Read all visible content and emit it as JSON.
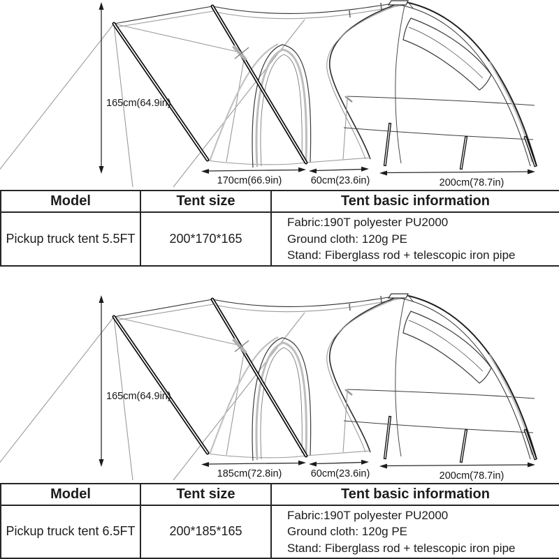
{
  "sections": [
    {
      "diagram": {
        "height_label": "165cm(64.9in)",
        "width_label": "170cm(66.9in)",
        "depth_label": "60cm(23.6in)",
        "length_label": "200cm(78.7in)"
      },
      "table": {
        "headers": {
          "model": "Model",
          "size": "Tent size",
          "info": "Tent basic information"
        },
        "row": {
          "model": "Pickup truck tent 5.5FT",
          "size": "200*170*165",
          "info_lines": [
            "Fabric:190T polyester PU2000",
            "Ground cloth: 120g PE",
            "Stand: Fiberglass rod + telescopic iron pipe"
          ]
        }
      }
    },
    {
      "diagram": {
        "height_label": "165cm(64.9in)",
        "width_label": "185cm(72.8in)",
        "depth_label": "60cm(23.6in)",
        "length_label": "200cm(78.7in)"
      },
      "table": {
        "headers": {
          "model": "Model",
          "size": "Tent size",
          "info": "Tent basic information"
        },
        "row": {
          "model": "Pickup truck tent 6.5FT",
          "size": "200*185*165",
          "info_lines": [
            "Fabric:190T polyester PU2000",
            "Ground cloth: 120g PE",
            "Stand: Fiberglass rod + telescopic iron pipe"
          ]
        }
      }
    }
  ]
}
